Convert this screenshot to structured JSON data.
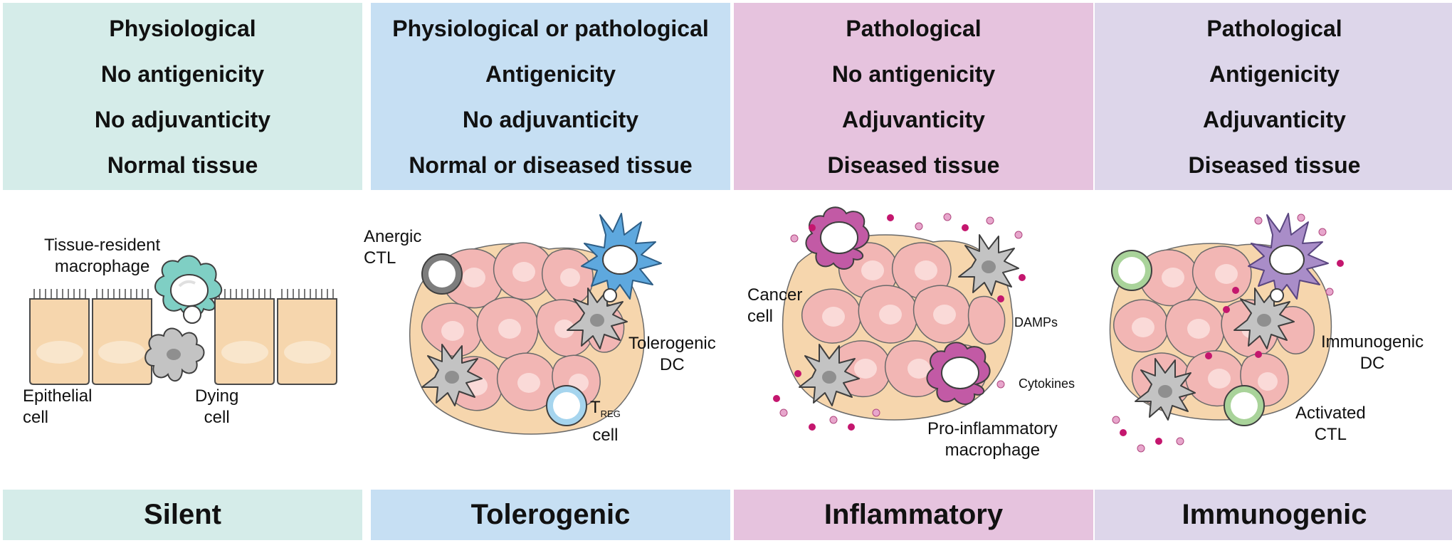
{
  "colors": {
    "silent": "#d5ece9",
    "tolerogenic": "#c6dff3",
    "inflammatory": "#e6c3de",
    "immunogenic": "#ddd6ea",
    "tumor_cell": "#f2b6b4",
    "epithelium": "#f6d6ad",
    "gray_cell": "#b9b9b9",
    "dc_blue": "#5ea8de",
    "dc_purple": "#a98dc8",
    "macrophage_magenta": "#c25aa5",
    "macrophage_teal": "#7fcfc4",
    "ctl_green": "#a9d39a",
    "ctl_gray": "#7d7d7d",
    "damp": "#c4166e"
  },
  "columns": [
    {
      "key": "silent",
      "header_lines": [
        "Physiological",
        "No antigenicity",
        "No adjuvanticity",
        "Normal tissue"
      ],
      "footer": "Silent",
      "labels": {
        "macrophage": [
          "Tissue-resident",
          "macrophage"
        ],
        "epithelial": [
          "Epithelial",
          "cell"
        ],
        "dying": [
          "Dying",
          "cell"
        ]
      }
    },
    {
      "key": "tolerogenic",
      "header_lines": [
        "Physiological or pathological",
        "Antigenicity",
        "No adjuvanticity",
        "Normal or diseased tissue"
      ],
      "footer": "Tolerogenic",
      "labels": {
        "anergic": [
          "Anergic",
          "CTL"
        ],
        "tolerogenic_dc": [
          "Tolerogenic",
          "DC"
        ],
        "treg_main": "T",
        "treg_sub": "REG",
        "treg_cell": "cell"
      }
    },
    {
      "key": "inflammatory",
      "header_lines": [
        "Pathological",
        "No antigenicity",
        "Adjuvanticity",
        "Diseased tissue"
      ],
      "footer": "Inflammatory",
      "labels": {
        "cancer": [
          "Cancer",
          "cell"
        ],
        "damps": "DAMPs",
        "cytokines": "Cytokines",
        "proinflammatory": [
          "Pro-inflammatory",
          "macrophage"
        ]
      }
    },
    {
      "key": "immunogenic",
      "header_lines": [
        "Pathological",
        "Antigenicity",
        "Adjuvanticity",
        "Diseased tissue"
      ],
      "footer": "Immunogenic",
      "labels": {
        "immunogenic_dc": [
          "Immunogenic",
          "DC"
        ],
        "activated_ctl": [
          "Activated",
          "CTL"
        ]
      }
    }
  ]
}
